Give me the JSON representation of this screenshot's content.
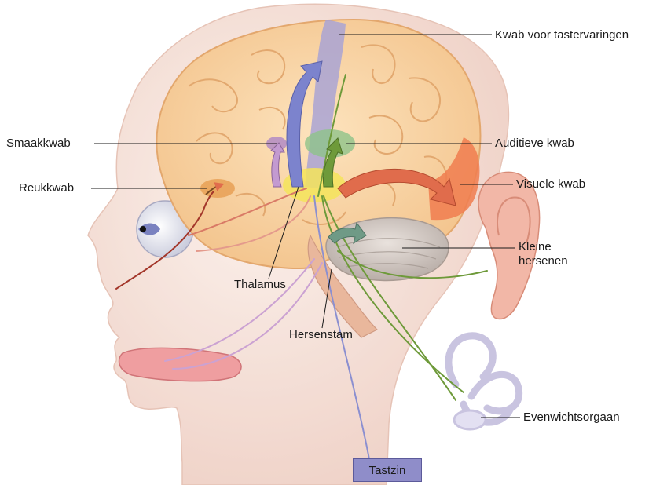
{
  "labels": {
    "kwab_voor_tastervaringen": "Kwab voor tastervaringen",
    "smaakkwab": "Smaakkwab",
    "auditieve_kwab": "Auditieve kwab",
    "reukkwab": "Reukkwab",
    "visuele_kwab": "Visuele kwab",
    "kleine_hersenen_line1": "Kleine",
    "kleine_hersenen_line2": "hersenen",
    "thalamus": "Thalamus",
    "hersenstam": "Hersenstam",
    "evenwichtsorgaan": "Evenwichtsorgaan",
    "tastzin": "Tastzin"
  },
  "colors": {
    "head_skin": "#f3dcd2",
    "brain": "#f7cf9e",
    "touch_lobe": "#a9a3d4",
    "taste_lobe": "#b28bc4",
    "auditory_lobe": "#8fc38a",
    "smell_lobe": "#e8a055",
    "visual_lobe": "#f07d4f",
    "thalamus": "#f4e45a",
    "cerebellum": "#cfc7c2",
    "nerve_green": "#6e9a3a",
    "nerve_blue": "#8b8fd0",
    "nerve_red": "#c84a2e",
    "nerve_purple": "#c9a2cf"
  },
  "icons": [
    "head-profile",
    "brain",
    "eye",
    "ear",
    "inner-ear",
    "tongue"
  ]
}
